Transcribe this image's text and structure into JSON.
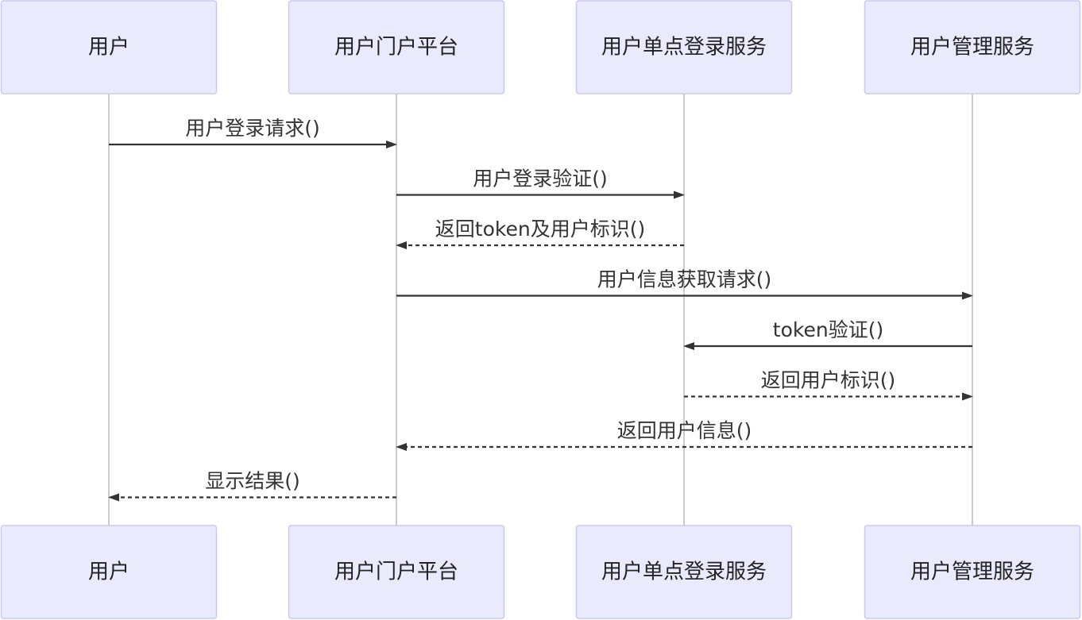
{
  "actors": [
    {
      "id": "user",
      "label": "用户"
    },
    {
      "id": "portal",
      "label": "用户门户平台"
    },
    {
      "id": "sso",
      "label": "用户单点登录服务"
    },
    {
      "id": "mgmt",
      "label": "用户管理服务"
    }
  ],
  "messages": [
    {
      "from": "user",
      "to": "portal",
      "label": "用户登录请求()",
      "style": "solid"
    },
    {
      "from": "portal",
      "to": "sso",
      "label": "用户登录验证()",
      "style": "solid"
    },
    {
      "from": "sso",
      "to": "portal",
      "label": "返回token及用户标识()",
      "style": "dashed"
    },
    {
      "from": "portal",
      "to": "mgmt",
      "label": "用户信息获取请求()",
      "style": "solid"
    },
    {
      "from": "mgmt",
      "to": "sso",
      "label": "token验证()",
      "style": "solid"
    },
    {
      "from": "sso",
      "to": "mgmt",
      "label": "返回用户标识()",
      "style": "dashed"
    },
    {
      "from": "mgmt",
      "to": "portal",
      "label": "返回用户信息()",
      "style": "dashed"
    },
    {
      "from": "portal",
      "to": "user",
      "label": "显示结果()",
      "style": "dashed"
    }
  ],
  "colors": {
    "actor_fill": "#eaeafd",
    "actor_border": "#c9c9f3",
    "line": "#333333",
    "lifeline": "#999999"
  }
}
